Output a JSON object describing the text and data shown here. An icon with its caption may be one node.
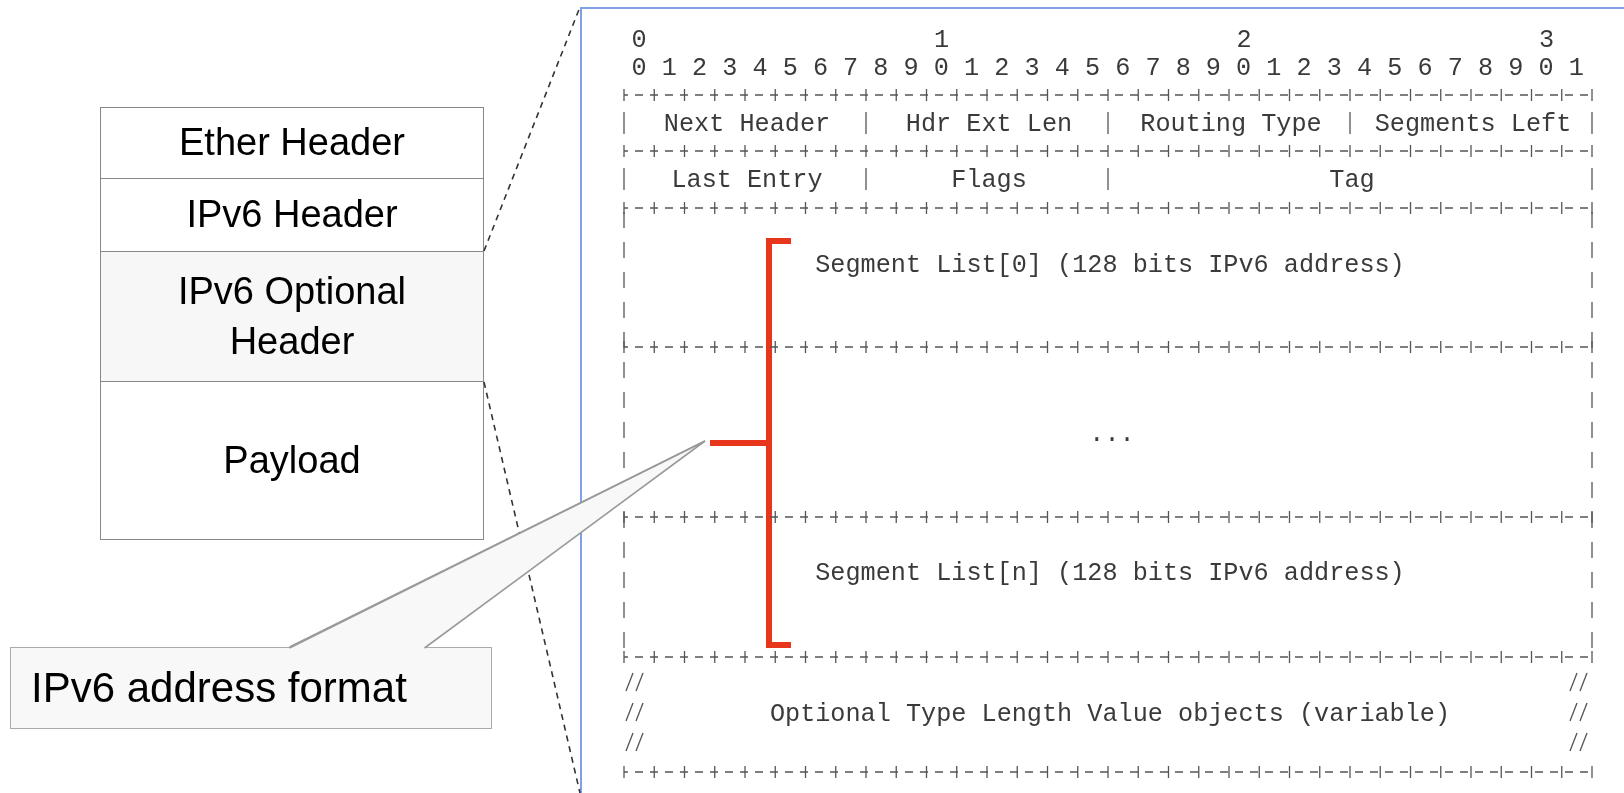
{
  "diagram": {
    "nodes": [
      {
        "text": [
          "Ether Header"
        ]
      },
      {
        "text": [
          "IPv6 Header"
        ]
      },
      {
        "text": [
          "IPv6 Optional Header"
        ]
      },
      {
        "text": [
          "Payload"
        ]
      },
      {
        "text": [],
        "shape": "box"
      },
      {
        "text": [
          "Next Header"
        ],
        "in": 4
      },
      {
        "text": [
          "Hdr Ext Len"
        ],
        "in": 4
      },
      {
        "text": [
          "Routing Type"
        ],
        "in": 4
      },
      {
        "text": [
          "Segments Left"
        ],
        "in": 4
      },
      {
        "text": [
          "Last Entry"
        ],
        "in": 4
      },
      {
        "text": [
          "Flags"
        ],
        "in": 4
      },
      {
        "text": [
          "Tag"
        ],
        "in": 4
      },
      {
        "text": [
          "Segment List[0] (128 bits IPv6 address)"
        ],
        "in": 4
      },
      {
        "text": [
          "..."
        ],
        "in": 4
      },
      {
        "text": [
          "Segment List[n] (128 bits IPv6 address)"
        ],
        "in": 4
      },
      {
        "text": [
          "Optional Type Length Value objects (variable)"
        ],
        "in": 4
      },
      {
        "text": [],
        "shape": "bracket",
        "in": 4
      },
      {
        "text": [
          "IPv6 address format"
        ]
      }
    ],
    "edges": [
      {
        "from": 2,
        "to": 4,
        "arrow": "none",
        "style": "dashed"
      },
      {
        "from": 2,
        "to": 4,
        "arrow": "none",
        "style": "dashed"
      },
      {
        "from": 17,
        "to": 16,
        "arrow": "none",
        "color": "#9a9a9a"
      }
    ],
    "labels": [
      "0",
      "1",
      "2",
      "3",
      "0 1 2 3 4 5 6 7 8 9 0 1 2 3 4 5 6 7 8 9 0 1 2 3 4 5 6 7 8 9 0 1"
    ]
  }
}
